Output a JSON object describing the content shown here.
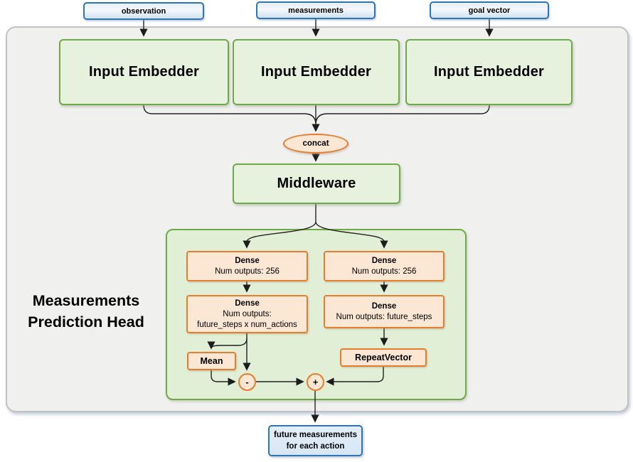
{
  "diagram_title": "Measurements Prediction Head network diagram",
  "colors": {
    "blue_border": "#2e75b6",
    "blue_fill": "#dbe9f6",
    "green_border": "#6faa47",
    "green_fill": "#e7f2de",
    "inner_container_fill": "#e1efd6",
    "orange_border": "#e87d2e",
    "orange_fill": "#fce6d4",
    "outer_fill": "#f0f0ee",
    "outer_border": "#c1c2c4",
    "wire": "#222222"
  },
  "inputs": [
    {
      "label": "observation"
    },
    {
      "label": "measurements"
    },
    {
      "label": "goal vector"
    }
  ],
  "embedders": [
    {
      "label": "Input Embedder"
    },
    {
      "label": "Input Embedder"
    },
    {
      "label": "Input Embedder"
    }
  ],
  "concat": {
    "label": "concat"
  },
  "middleware": {
    "label": "Middleware"
  },
  "head": {
    "title_line1": "Measurements",
    "title_line2": "Prediction Head",
    "dense_left_1": {
      "title": "Dense",
      "subtitle": "Num outputs: 256"
    },
    "dense_right_1": {
      "title": "Dense",
      "subtitle": "Num outputs: 256"
    },
    "dense_left_2": {
      "title": "Dense",
      "subtitle": "Num outputs:",
      "subtitle2": "future_steps x num_actions"
    },
    "dense_right_2": {
      "title": "Dense",
      "subtitle": "Num outputs: future_steps"
    },
    "mean": {
      "label": "Mean"
    },
    "repeat_vector": {
      "label": "RepeatVector"
    },
    "minus": {
      "label": "-"
    },
    "plus": {
      "label": "+"
    }
  },
  "output": {
    "line1": "future measurements",
    "line2": "for each action"
  }
}
